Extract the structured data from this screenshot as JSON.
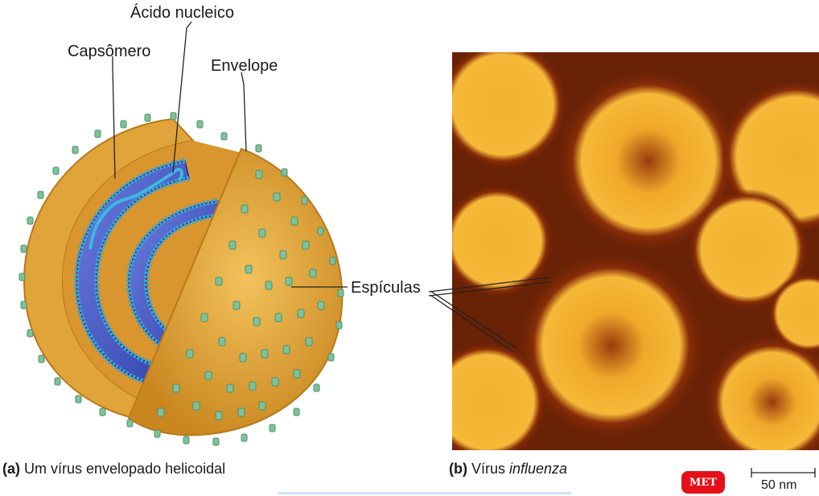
{
  "figure": {
    "labels": {
      "acido_nucleico": "Ácido nucleico",
      "capsomero": "Capsômero",
      "envelope": "Envelope",
      "especulas": "Espículas"
    },
    "captions": {
      "a_letter": "(a)",
      "a_text": " Um vírus envelopado helicoidal",
      "b_letter": "(b)",
      "b_text": " Vírus ",
      "b_italic": "influenza"
    },
    "micrograph": {
      "badge": "MET",
      "scale_label": "50 nm"
    }
  },
  "colors": {
    "envelope": "#e0a43a",
    "envelope_dark": "#b9781c",
    "capsid": "#4a63c8",
    "capsomere": "#33a6d6",
    "spike": "#7fc29a",
    "micro_bg": "#5a1a05",
    "micro_virus": "#e8a020"
  }
}
